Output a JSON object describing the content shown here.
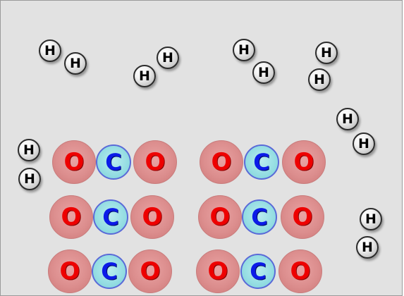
{
  "colors": {
    "background": "#e2e2e2",
    "hydrogen": "#e8e8e8",
    "oxygen": "#dc8e8e",
    "oxygen_letter": "#ee0000",
    "carbon": "#94dde2",
    "carbon_letter": "#0b1be8"
  },
  "labels": {
    "hydrogen": "H",
    "oxygen": "O",
    "carbon": "C"
  },
  "hydrogen_molecules": [
    {
      "atoms": [
        "H",
        "H"
      ]
    },
    {
      "atoms": [
        "H",
        "H"
      ]
    },
    {
      "atoms": [
        "H",
        "H"
      ]
    },
    {
      "atoms": [
        "H",
        "H"
      ]
    },
    {
      "atoms": [
        "H",
        "H"
      ]
    },
    {
      "atoms": [
        "H",
        "H"
      ]
    },
    {
      "atoms": [
        "H",
        "H"
      ]
    }
  ],
  "co2_molecules": [
    {
      "atoms": [
        "O",
        "C",
        "O"
      ]
    },
    {
      "atoms": [
        "O",
        "C",
        "O"
      ]
    },
    {
      "atoms": [
        "O",
        "C",
        "O"
      ]
    },
    {
      "atoms": [
        "O",
        "C",
        "O"
      ]
    },
    {
      "atoms": [
        "O",
        "C",
        "O"
      ]
    },
    {
      "atoms": [
        "O",
        "C",
        "O"
      ]
    }
  ]
}
